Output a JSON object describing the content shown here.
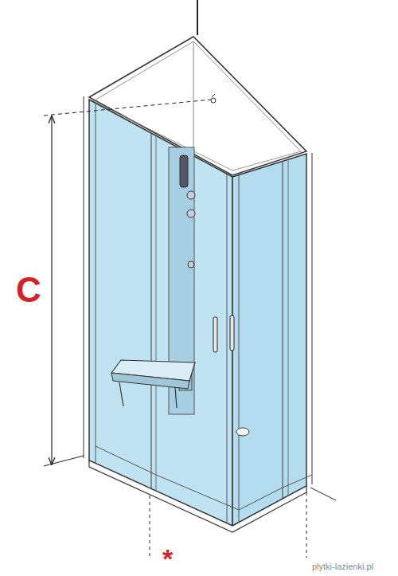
{
  "diagram": {
    "labels": [
      "C",
      "*",
      "plytki-lazienki.pl"
    ]
  }
}
